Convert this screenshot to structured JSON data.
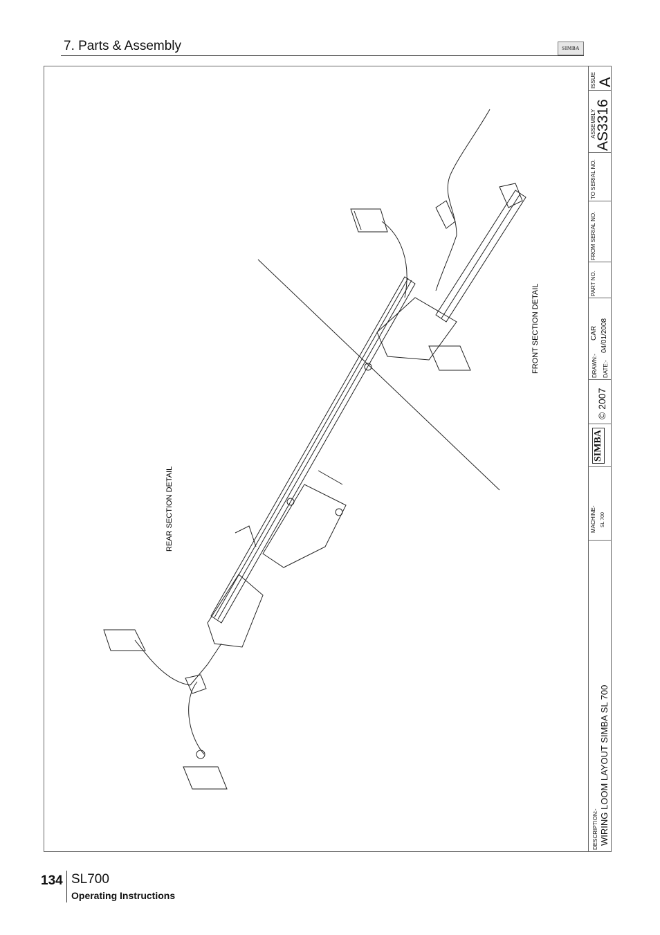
{
  "header": {
    "section_title": "7. Parts & Assembly",
    "logo_text": "SIMBA"
  },
  "drawing": {
    "label_rear": "REAR SECTION DETAIL",
    "label_front": "FRONT SECTION DETAIL"
  },
  "title_block": {
    "issue_label": "ISSUE",
    "issue_value": "A",
    "assembly_label": "ASSEMBLY",
    "assembly_value": "AS3316",
    "to_serial_label": "TO SERIAL NO.",
    "from_serial_label": "FROM SERIAL NO.",
    "part_no_label": "PART NO.",
    "drawn_label": "DRAWN:-",
    "drawn_value": "CAR",
    "date_label": "DATE:-",
    "date_value": "04/01/2008",
    "brand": "SIMBA",
    "copyright": "© 2007",
    "machine_label": "MACHINE-",
    "machine_value": "SL 700",
    "description_label": "DESCRIPTION:-",
    "description_value": "WIRING LOOM LAYOUT SIMBA SL 700"
  },
  "footer": {
    "page_number": "134",
    "model": "SL700",
    "manual_type": "Operating Instructions"
  }
}
